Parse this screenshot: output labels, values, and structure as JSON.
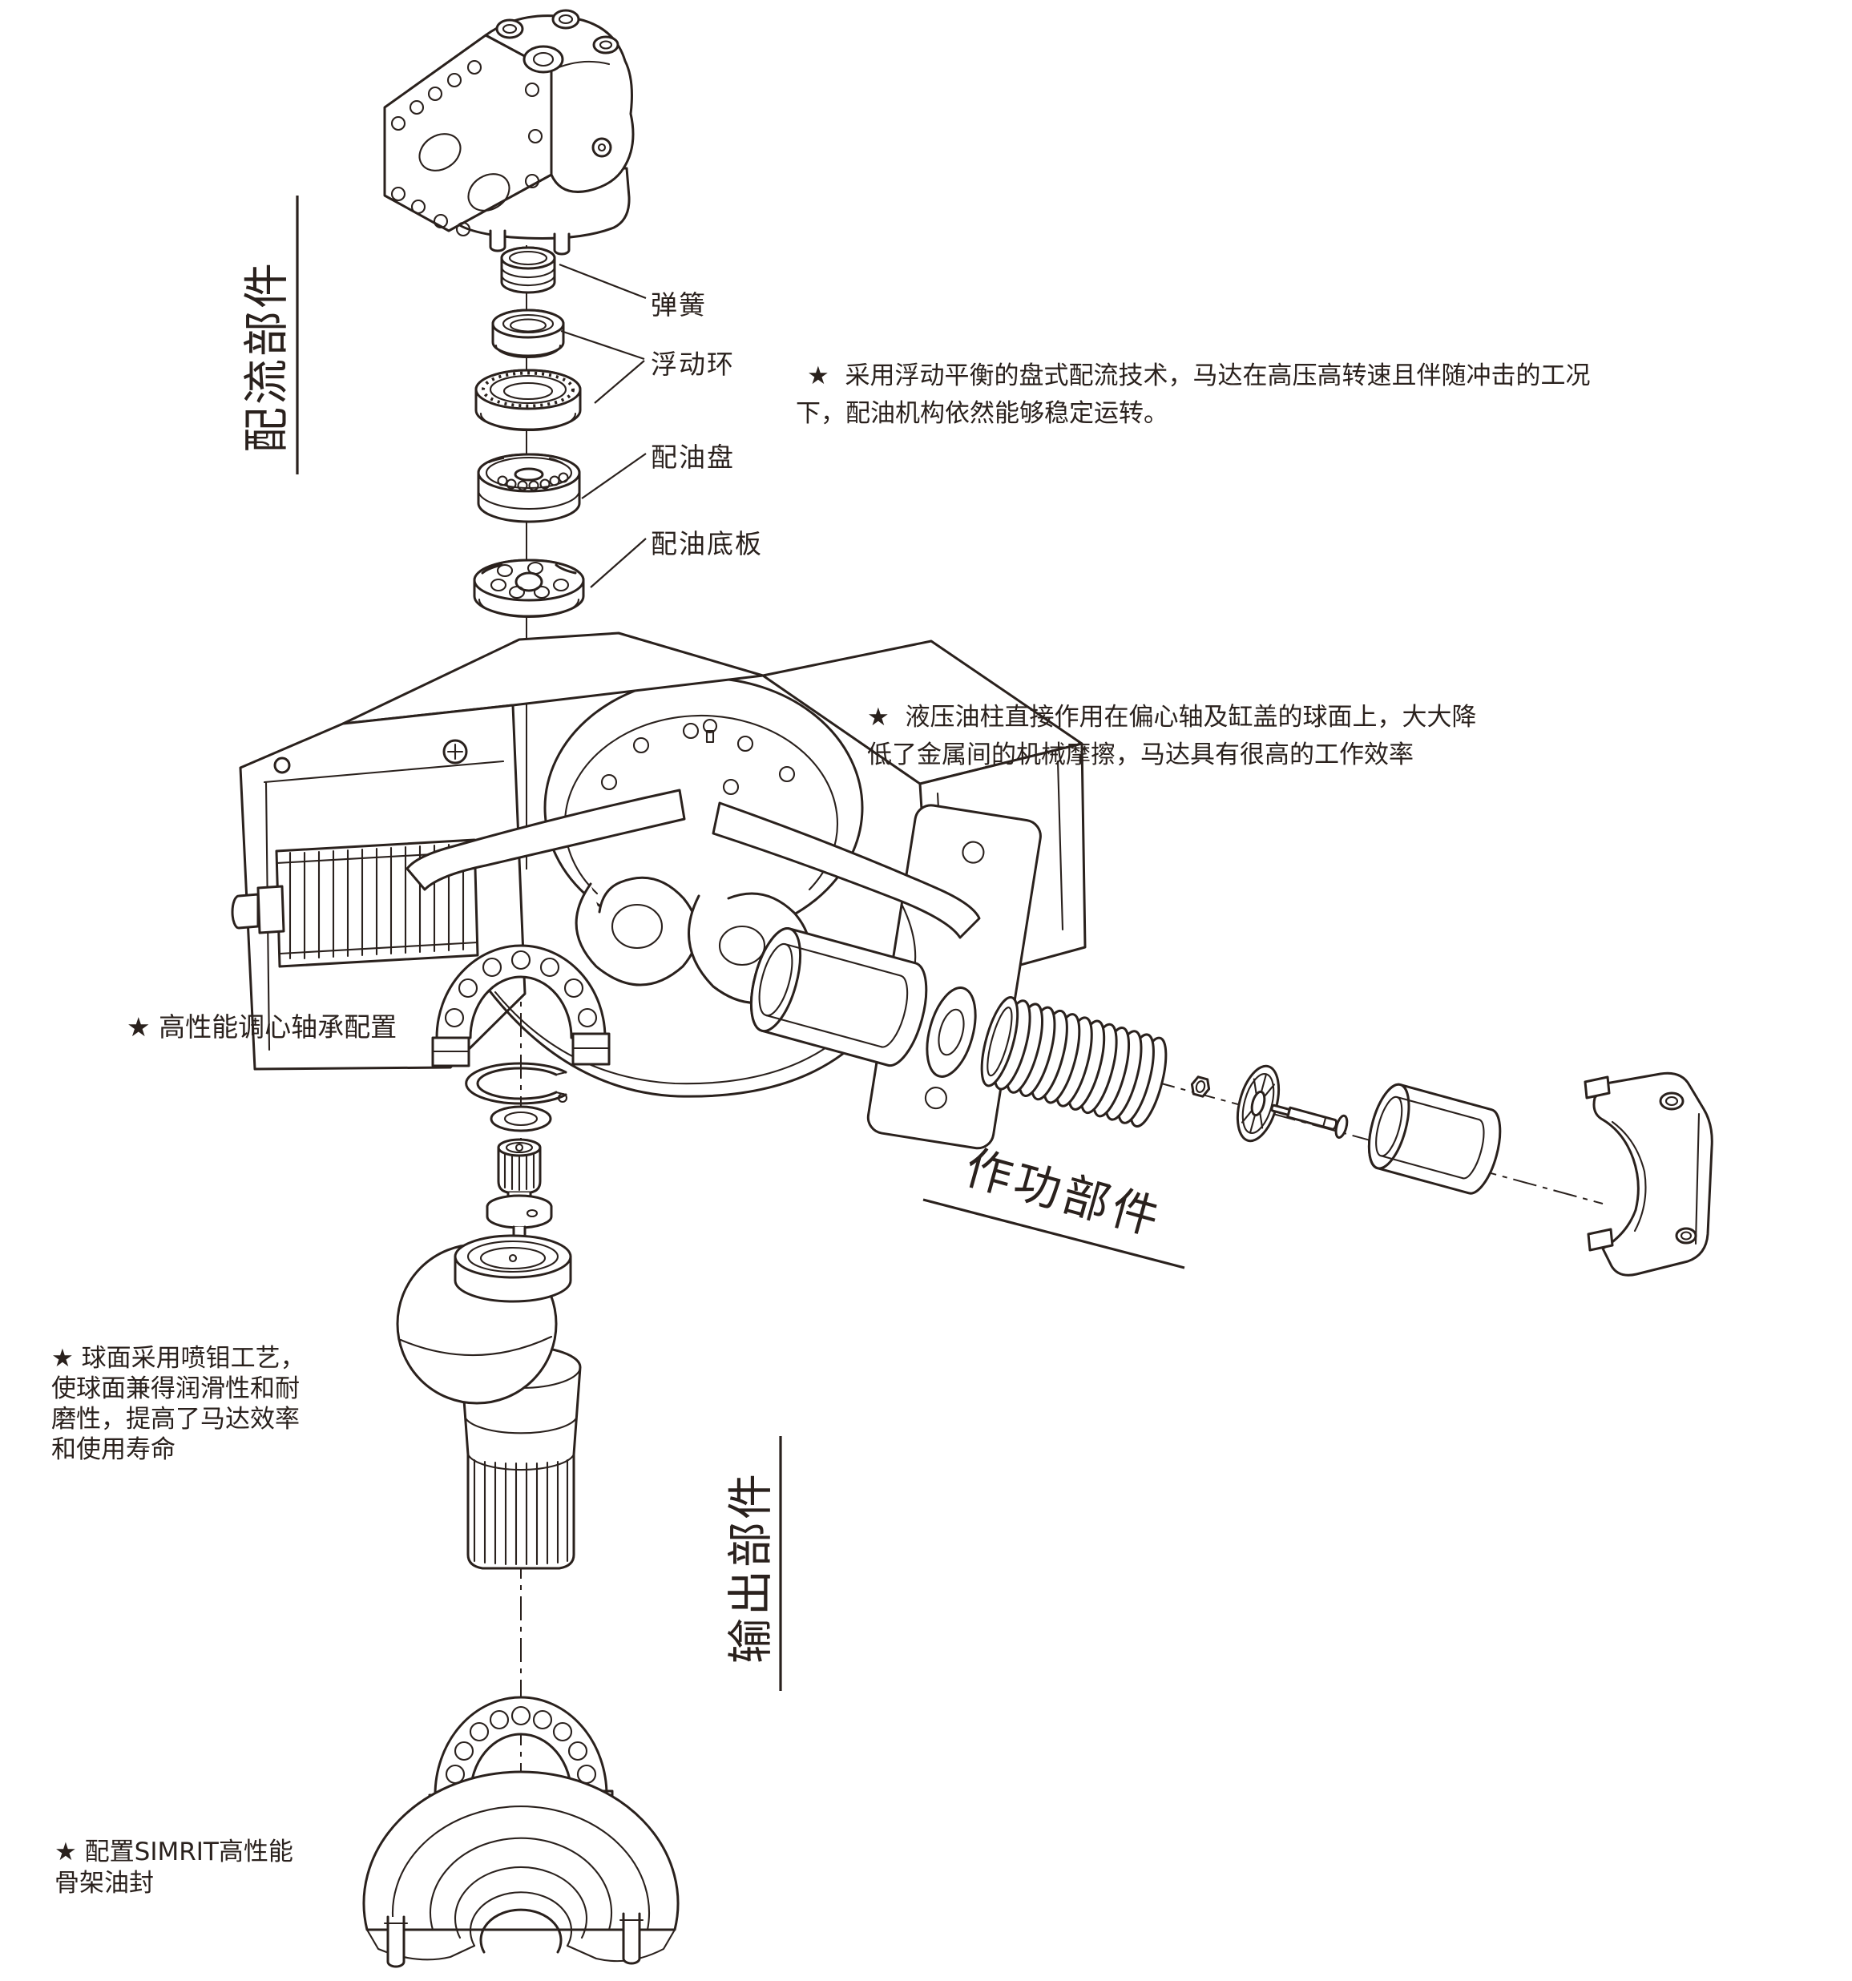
{
  "page": {
    "background": "#ffffff",
    "ink_color": "#2a211d"
  },
  "sections": {
    "distribution": {
      "label": "配流部件"
    },
    "working": {
      "label": "作功部件"
    },
    "output": {
      "label": "输出部件"
    }
  },
  "labels": {
    "spring": "弹簧",
    "floating_ring": "浮动环",
    "valve_plate": "配油盘",
    "valve_base_plate": "配油底板"
  },
  "notes": {
    "distribution": {
      "line1": "★  采用浮动平衡的盘式配流技术，马达在高压高转速且伴随冲击的工况",
      "line2": "下，配油机构依然能够稳定运转。"
    },
    "efficiency": {
      "line1": "★  液压油柱直接作用在偏心轴及缸盖的球面上，大大降",
      "line2": "低了金属间的机械摩擦，马达具有很高的工作效率"
    },
    "bearing": {
      "line1": "★ 高性能调心轴承配置"
    },
    "sphere": {
      "line1": "★ 球面采用喷钼工艺，",
      "line2": "使球面兼得润滑性和耐",
      "line3": "磨性，提高了马达效率",
      "line4": "和使用寿命"
    },
    "seal": {
      "line1": "★ 配置SIMRIT高性能",
      "line2": "骨架油封"
    }
  }
}
